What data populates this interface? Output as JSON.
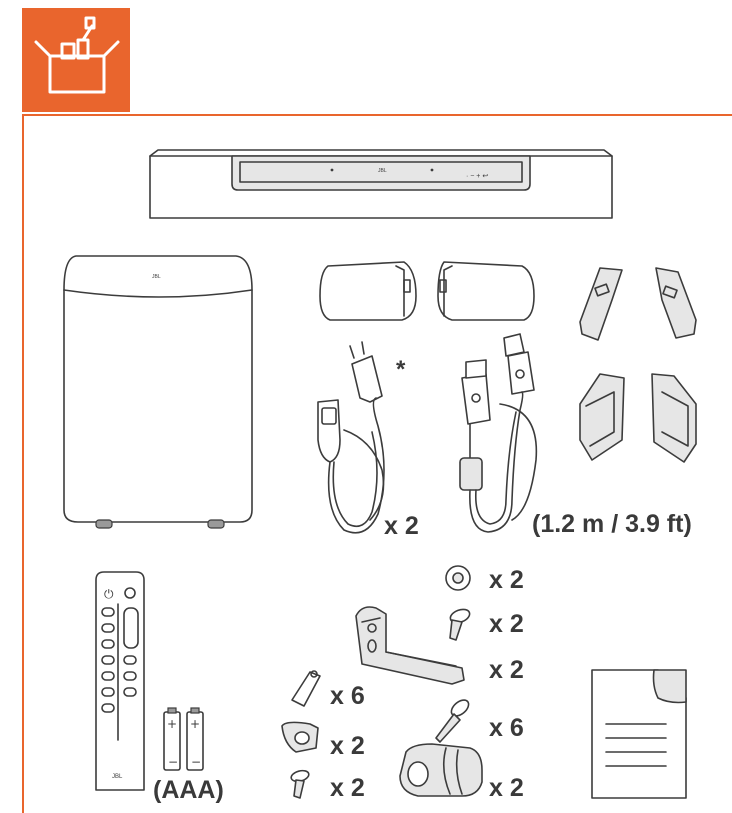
{
  "header": {
    "icon": "box-contents-icon",
    "accent": "#e9652d"
  },
  "items": {
    "soundbar": {
      "icon": "soundbar-icon",
      "brand_mark": "JBL"
    },
    "subwoofer": {
      "icon": "subwoofer-icon",
      "brand_mark": "JBL"
    },
    "rear_speakers": {
      "icon": "rear-speakers-icon"
    },
    "speaker_brackets": {
      "icon": "speaker-brackets-icon"
    },
    "power_cord": {
      "icon": "power-cord-icon",
      "qty": "x 2",
      "note": "*"
    },
    "hdmi_cable": {
      "icon": "hdmi-cable-icon",
      "length": "(1.2 m / 3.9 ft)"
    },
    "remote": {
      "icon": "remote-control-icon",
      "brand_mark": "JBL"
    },
    "batteries": {
      "icon": "batteries-icon",
      "label": "(AAA)"
    },
    "washer": {
      "icon": "washer-icon",
      "qty": "x 2"
    },
    "short_screw": {
      "icon": "short-screw-icon",
      "qty": "x 2"
    },
    "wall_bracket": {
      "icon": "wall-bracket-icon",
      "qty": "x 2"
    },
    "wall_plug": {
      "icon": "wall-plug-icon",
      "qty": "x 6"
    },
    "long_screw": {
      "icon": "long-screw-icon",
      "qty": "x 6"
    },
    "clip": {
      "icon": "clip-icon",
      "qty": "x 2"
    },
    "small_screw": {
      "icon": "small-screw-icon",
      "qty": "x 2"
    },
    "clamp": {
      "icon": "clamp-icon",
      "qty": "x 2"
    },
    "document": {
      "icon": "document-icon"
    }
  }
}
